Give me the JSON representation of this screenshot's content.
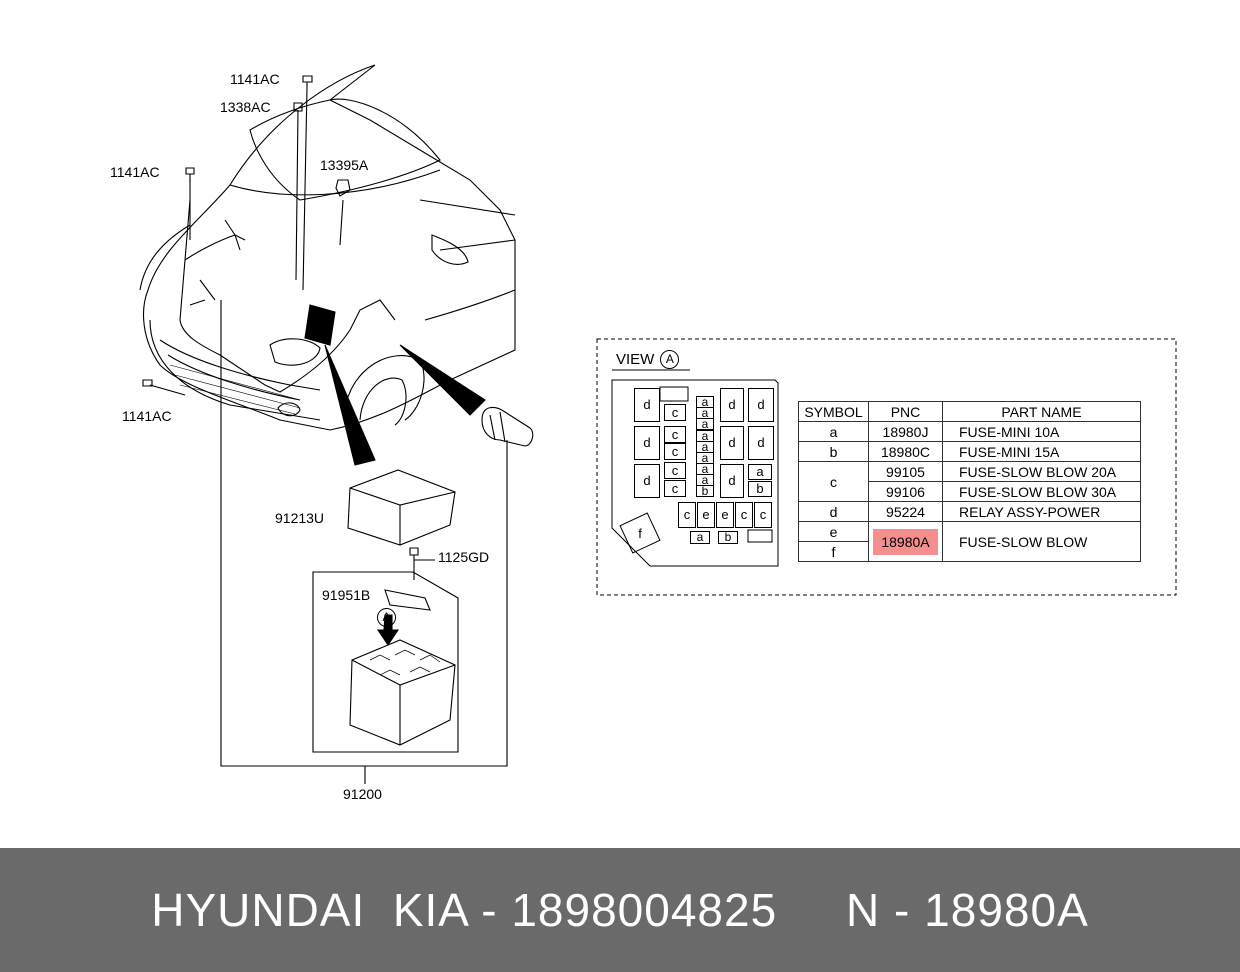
{
  "labels": {
    "bolt_top": "1141AC",
    "nut_top": "1338AC",
    "bolt_left": "1141AC",
    "nut_mid": "13395A",
    "bolt_bottom": "1141AC",
    "cover": "91213U",
    "screw": "1125GD",
    "bracket": "91951B",
    "assembly": "91200",
    "view_marker": "A"
  },
  "view": {
    "title": "VIEW",
    "marker": "A"
  },
  "fusebox_symbols": {
    "d": "d",
    "a": "a",
    "b": "b",
    "c": "c",
    "e": "e",
    "f": "f"
  },
  "table": {
    "headers": [
      "SYMBOL",
      "PNC",
      "PART NAME"
    ],
    "rows": [
      {
        "symbol": "a",
        "pnc": "18980J",
        "name": "FUSE-MINI 10A"
      },
      {
        "symbol": "b",
        "pnc": "18980C",
        "name": "FUSE-MINI 15A"
      },
      {
        "symbol": "c",
        "pnc": "99105",
        "name": "FUSE-SLOW BLOW 20A"
      },
      {
        "symbol": "",
        "pnc": "99106",
        "name": "FUSE-SLOW BLOW 30A"
      },
      {
        "symbol": "d",
        "pnc": "95224",
        "name": "RELAY ASSY-POWER"
      },
      {
        "symbol": "e",
        "pnc": "18980A",
        "name": "FUSE-SLOW BLOW"
      },
      {
        "symbol": "f",
        "pnc": "",
        "name": ""
      }
    ],
    "highlight_color": "#f58e8e"
  },
  "footer": {
    "text": "HYUNDAI  KIA - 1898004825     N - 18980A",
    "background": "#6a6a6a"
  }
}
